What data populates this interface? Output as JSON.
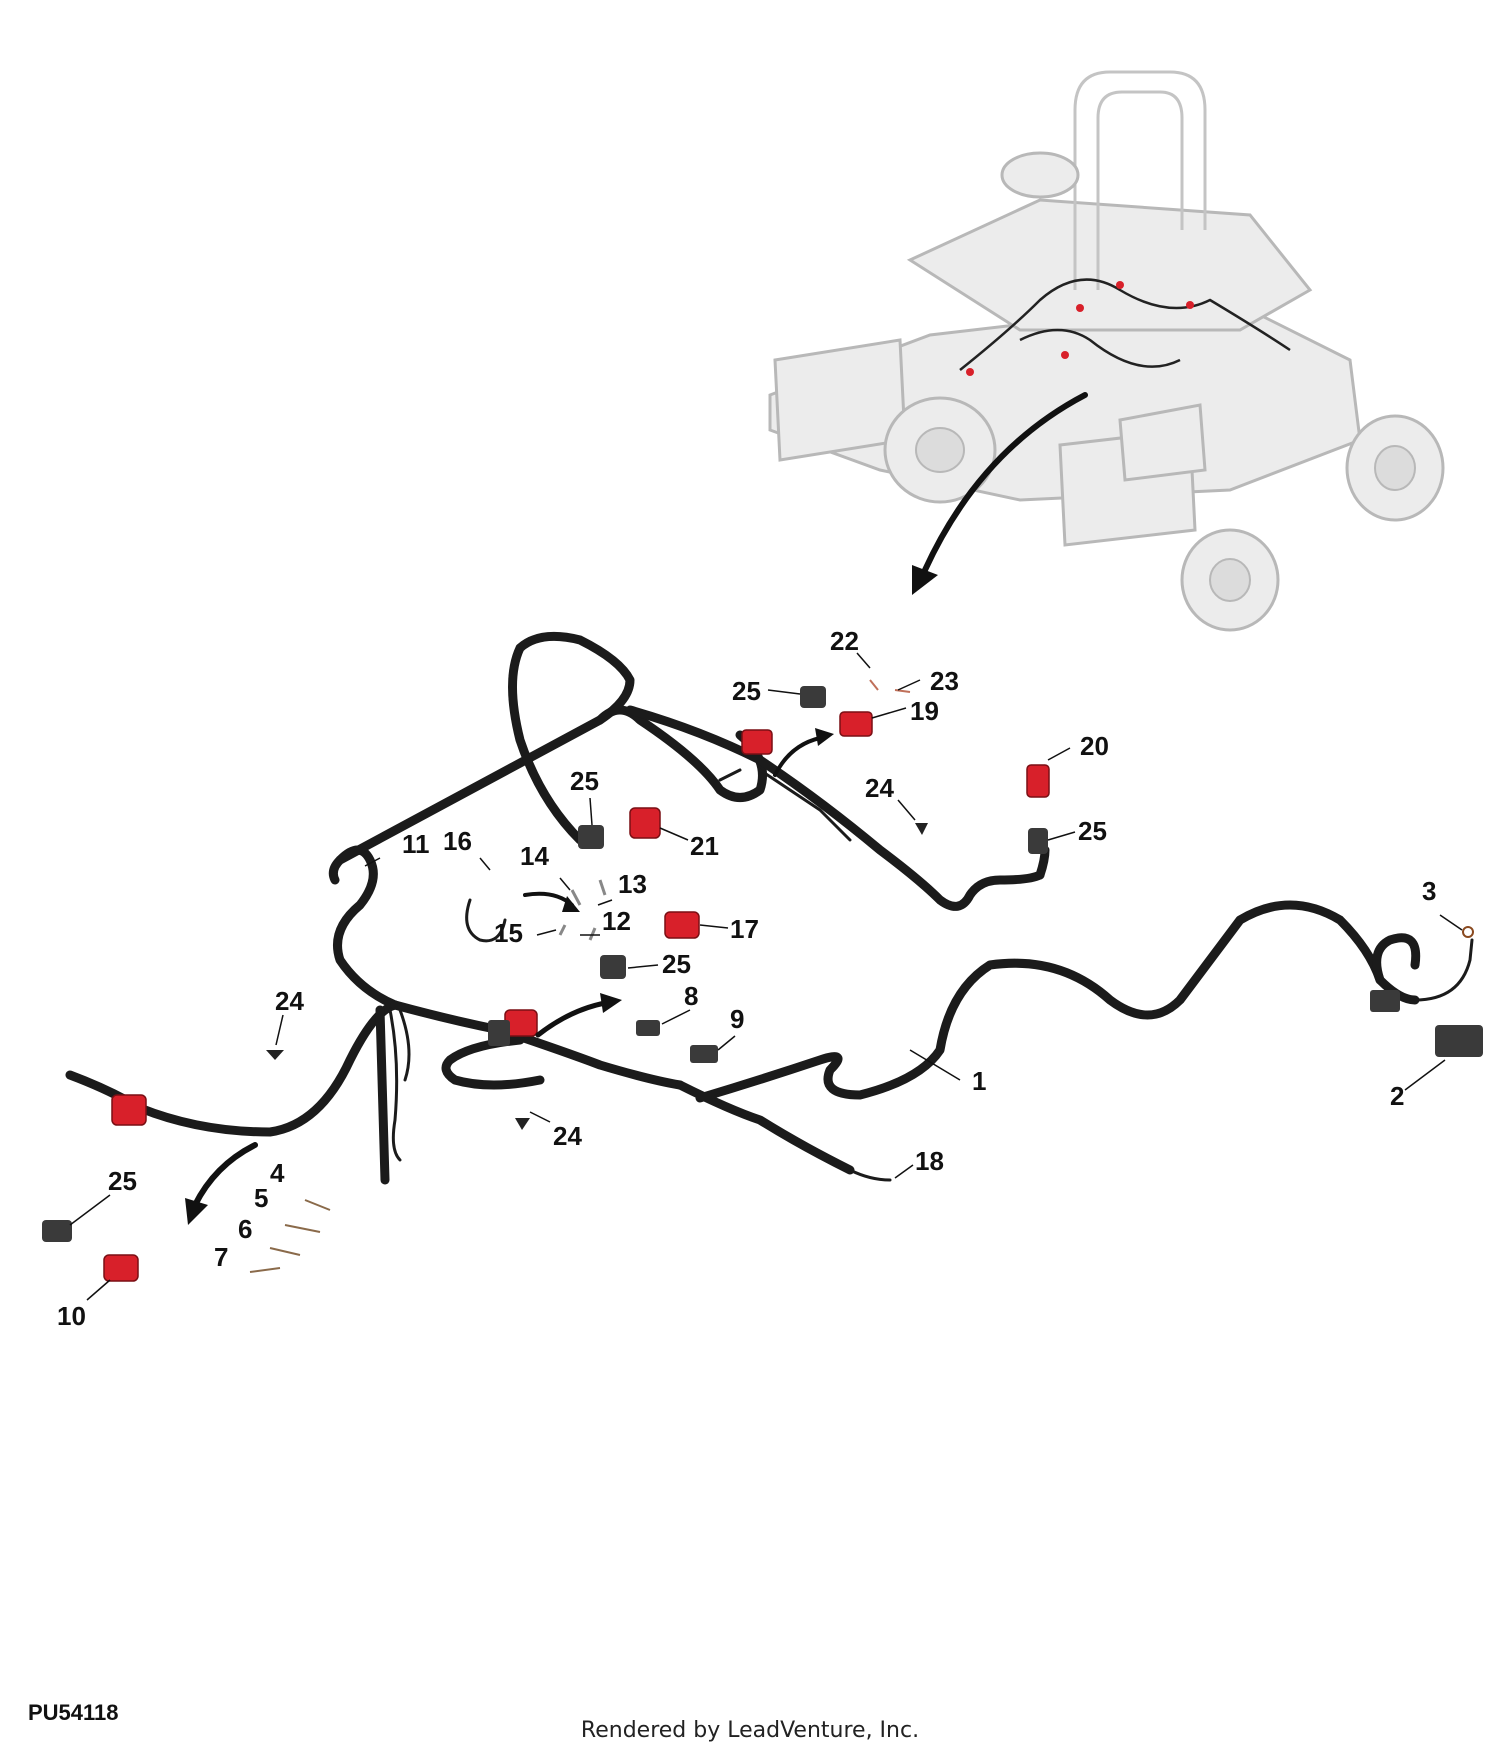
{
  "diagram_id": "PU54118",
  "credit": "Rendered by LeadVenture, Inc.",
  "callouts": [
    {
      "id": "c1",
      "label": "1"
    },
    {
      "id": "c2",
      "label": "2"
    },
    {
      "id": "c3",
      "label": "3"
    },
    {
      "id": "c4",
      "label": "4"
    },
    {
      "id": "c5",
      "label": "5"
    },
    {
      "id": "c6",
      "label": "6"
    },
    {
      "id": "c7",
      "label": "7"
    },
    {
      "id": "c8",
      "label": "8"
    },
    {
      "id": "c9",
      "label": "9"
    },
    {
      "id": "c10",
      "label": "10"
    },
    {
      "id": "c11",
      "label": "11"
    },
    {
      "id": "c12",
      "label": "12"
    },
    {
      "id": "c13",
      "label": "13"
    },
    {
      "id": "c14",
      "label": "14"
    },
    {
      "id": "c15",
      "label": "15"
    },
    {
      "id": "c16",
      "label": "16"
    },
    {
      "id": "c17",
      "label": "17"
    },
    {
      "id": "c18",
      "label": "18"
    },
    {
      "id": "c19",
      "label": "19"
    },
    {
      "id": "c20",
      "label": "20"
    },
    {
      "id": "c21",
      "label": "21"
    },
    {
      "id": "c22",
      "label": "22"
    },
    {
      "id": "c23",
      "label": "23"
    },
    {
      "id": "c24a",
      "label": "24"
    },
    {
      "id": "c24b",
      "label": "24"
    },
    {
      "id": "c24c",
      "label": "24"
    },
    {
      "id": "c25a",
      "label": "25"
    },
    {
      "id": "c25b",
      "label": "25"
    },
    {
      "id": "c25c",
      "label": "25"
    },
    {
      "id": "c25d",
      "label": "25"
    },
    {
      "id": "c25e",
      "label": "25"
    }
  ],
  "colors": {
    "connector_red": "#d8202a",
    "connector_gray": "#3a3a3a",
    "harness": "#1b1b1b",
    "ghost": "#bdbdbd"
  }
}
